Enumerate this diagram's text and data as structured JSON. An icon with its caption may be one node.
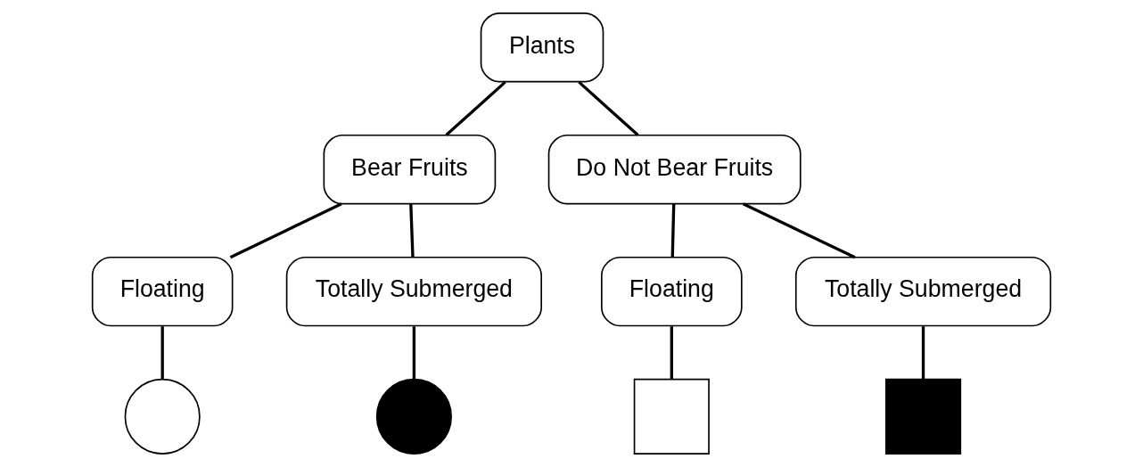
{
  "diagram": {
    "nodes": [
      {
        "text": [
          "Plants"
        ]
      },
      {
        "text": [
          "Bear Fruits"
        ]
      },
      {
        "text": [
          "Do Not Bear Fruits"
        ]
      },
      {
        "text": [
          "Floating"
        ]
      },
      {
        "text": [
          "Totally Submerged"
        ]
      },
      {
        "text": [
          "Floating"
        ]
      },
      {
        "text": [
          "Totally Submerged"
        ]
      },
      {
        "text": [],
        "shape": "circle"
      },
      {
        "text": [],
        "shape": "circle"
      },
      {
        "text": [],
        "shape": "box"
      },
      {
        "text": [],
        "shape": "box"
      }
    ],
    "edges": [
      {
        "from": 0,
        "to": 1,
        "arrow": "none"
      },
      {
        "from": 0,
        "to": 2,
        "arrow": "none"
      },
      {
        "from": 1,
        "to": 3,
        "arrow": "none"
      },
      {
        "from": 1,
        "to": 4,
        "arrow": "none"
      },
      {
        "from": 2,
        "to": 5,
        "arrow": "none"
      },
      {
        "from": 2,
        "to": 6,
        "arrow": "none"
      },
      {
        "from": 3,
        "to": 7,
        "arrow": "none"
      },
      {
        "from": 4,
        "to": 8,
        "arrow": "none"
      },
      {
        "from": 5,
        "to": 9,
        "arrow": "none"
      },
      {
        "from": 6,
        "to": 10,
        "arrow": "none"
      }
    ]
  }
}
